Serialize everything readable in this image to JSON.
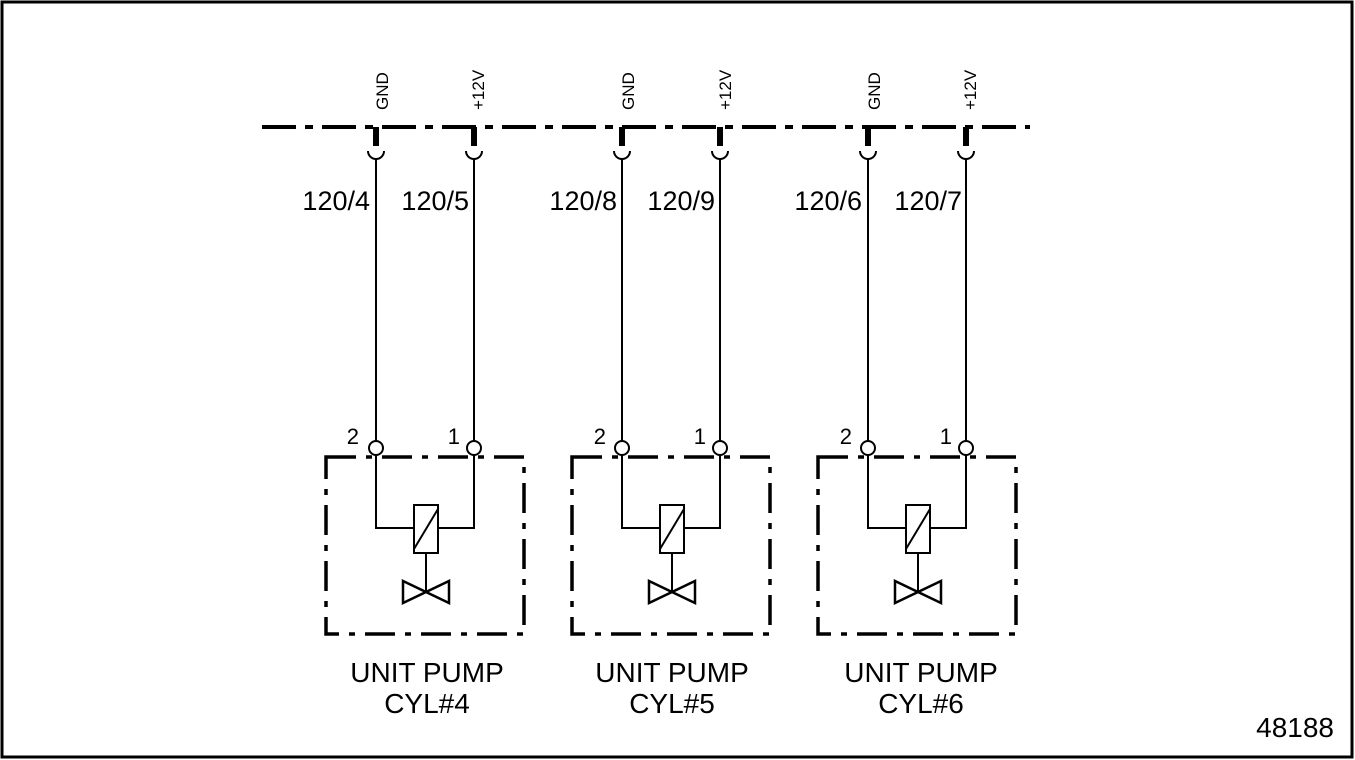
{
  "figure_number": "48188",
  "pumps": [
    {
      "title": "UNIT PUMP",
      "cylinder": "CYL#4",
      "gnd_signal": "GND",
      "pwr_signal": "+12V",
      "gnd_wire": "120/4",
      "pwr_wire": "120/5",
      "gnd_pin": "2",
      "pwr_pin": "1"
    },
    {
      "title": "UNIT PUMP",
      "cylinder": "CYL#5",
      "gnd_signal": "GND",
      "pwr_signal": "+12V",
      "gnd_wire": "120/8",
      "pwr_wire": "120/9",
      "gnd_pin": "2",
      "pwr_pin": "1"
    },
    {
      "title": "UNIT PUMP",
      "cylinder": "CYL#6",
      "gnd_signal": "GND",
      "pwr_signal": "+12V",
      "gnd_wire": "120/6",
      "pwr_wire": "120/7",
      "gnd_pin": "2",
      "pwr_pin": "1"
    }
  ]
}
